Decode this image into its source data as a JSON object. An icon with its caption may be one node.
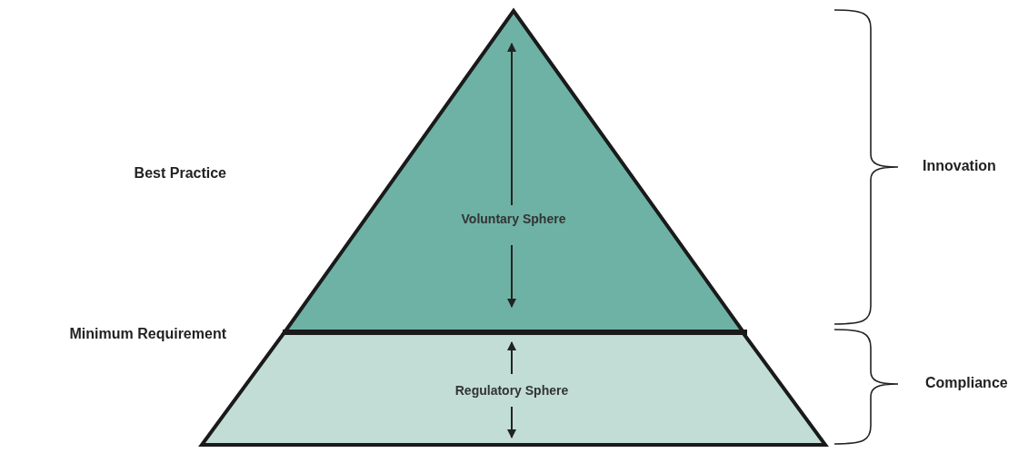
{
  "diagram": {
    "nodes": [
      {
        "text": [
          "Voluntary Sphere"
        ]
      },
      {
        "text": [
          "Regulatory Sphere"
        ]
      }
    ],
    "edges": [],
    "labels": [
      "Best Practice",
      "Innovation",
      "Minimum Requirement",
      "Compliance"
    ]
  }
}
